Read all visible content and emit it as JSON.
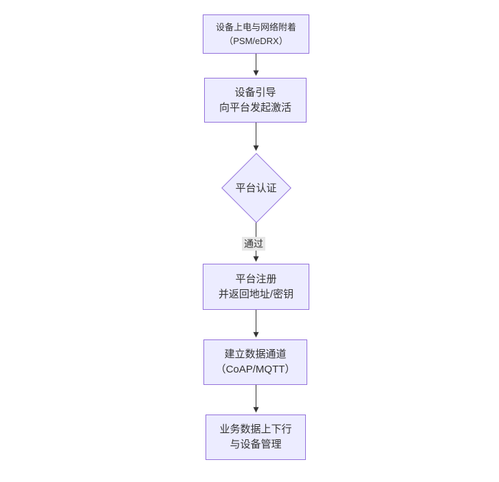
{
  "diagram": {
    "type": "flowchart",
    "direction": "top-down",
    "nodes": [
      {
        "shape": "rect",
        "line1": "设备上电与网络附着",
        "line2": "（PSM/eDRX）"
      },
      {
        "shape": "rect",
        "line1": "设备引导",
        "line2": "向平台发起激活"
      },
      {
        "shape": "diamond",
        "label": "平台认证"
      },
      {
        "shape": "rect",
        "line1": "平台注册",
        "line2": "并返回地址/密钥"
      },
      {
        "shape": "rect",
        "line1": "建立数据通道",
        "line2": "（CoAP/MQTT）"
      },
      {
        "shape": "rect",
        "line1": "业务数据上下行",
        "line2": "与设备管理"
      }
    ],
    "edges": [
      {
        "from": 0,
        "to": 1,
        "label": ""
      },
      {
        "from": 1,
        "to": 2,
        "label": ""
      },
      {
        "from": 2,
        "to": 3,
        "label": "通过"
      },
      {
        "from": 3,
        "to": 4,
        "label": ""
      },
      {
        "from": 4,
        "to": 5,
        "label": ""
      }
    ],
    "colors": {
      "node_fill": "#ECECFF",
      "node_border": "#9370DB",
      "text": "#333333",
      "arrow": "#333333",
      "edge_label_bg": "#e8e8e8",
      "background": "#ffffff"
    }
  }
}
